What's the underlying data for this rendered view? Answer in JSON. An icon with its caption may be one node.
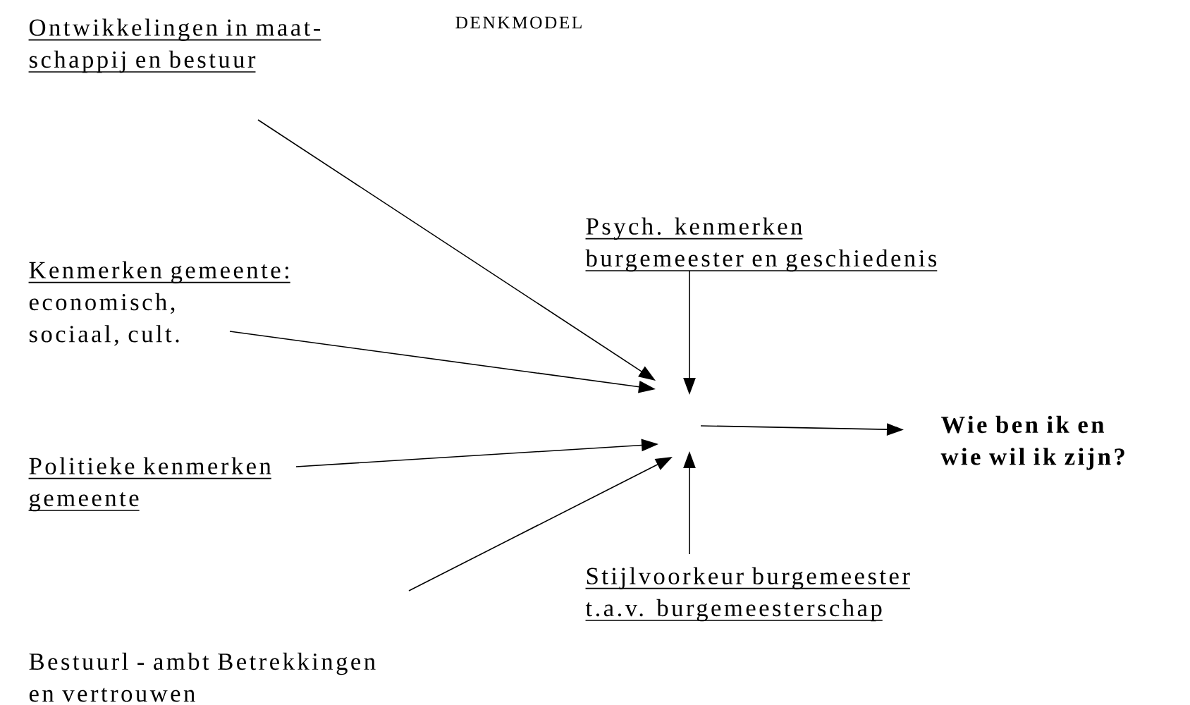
{
  "diagram": {
    "title": "DENKMODEL",
    "nodes": [
      {
        "text": [
          "Ontwikkelingen in maat- schappij en bestuur"
        ]
      },
      {
        "text": [
          "Kenmerken gemeente:",
          "economisch, sociaal, cult."
        ]
      },
      {
        "text": [
          "Politieke kenmerken gemeente"
        ]
      },
      {
        "text": [
          "Bestuurl - ambt Betrekkingen en vertrouwen"
        ]
      },
      {
        "text": [
          "Psych. kenmerken burgemeester en geschiedenis"
        ]
      },
      {
        "text": [
          "Stijlvoorkeur burgemeester t.a.v. burgemeesterschap"
        ]
      },
      {
        "text": [
          "Wie ben ik en wie wil ik zijn?"
        ]
      }
    ],
    "edges": [
      {
        "from": 0,
        "to": null,
        "arrow": "to"
      },
      {
        "from": 1,
        "to": null,
        "arrow": "to"
      },
      {
        "from": 2,
        "to": null,
        "arrow": "to"
      },
      {
        "from": 3,
        "to": null,
        "arrow": "to"
      },
      {
        "from": 4,
        "to": null,
        "arrow": "to"
      },
      {
        "from": 5,
        "to": null,
        "arrow": "to"
      },
      {
        "from": null,
        "to": 6,
        "arrow": "to"
      }
    ]
  }
}
